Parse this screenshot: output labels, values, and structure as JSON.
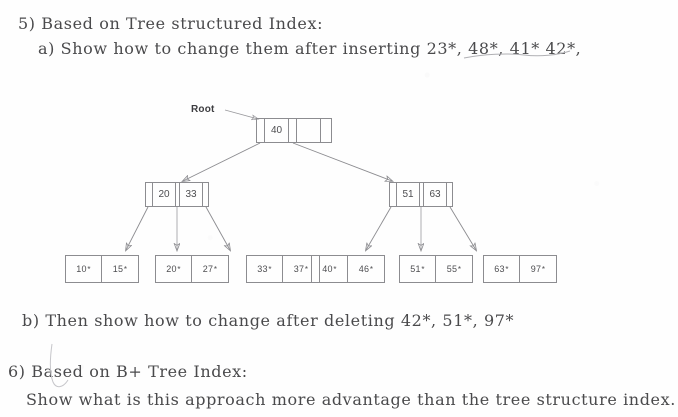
{
  "page": {
    "background_color": "#fefefe",
    "ink_color": "#4a4a4c",
    "line_color": "#8c8c90"
  },
  "questions": [
    {
      "id": "q5",
      "text": "5) Based on Tree structured Index:"
    },
    {
      "id": "q5a",
      "text": "a) Show how to change them after inserting 23*, 48*, 41* 42*,"
    },
    {
      "id": "q5b",
      "text": "b) Then show how to change after deleting 42*, 51*, 97*"
    },
    {
      "id": "q6",
      "text": "6) Based on B+ Tree Index:"
    },
    {
      "id": "q6a",
      "text": "Show what is this approach more advantage than the tree structure index."
    }
  ],
  "diagram": {
    "root_label": "Root",
    "root_node": {
      "name": "root-node",
      "keys": [
        "40"
      ],
      "cells": [
        "",
        "40",
        "",
        "",
        ""
      ]
    },
    "internal_nodes": [
      {
        "name": "internal-node-left",
        "keys": [
          "20",
          "33"
        ]
      },
      {
        "name": "internal-node-right",
        "keys": [
          "51",
          "63"
        ]
      }
    ],
    "leaf_nodes": [
      {
        "name": "leaf-node-1",
        "entries": [
          "10*",
          "15*"
        ]
      },
      {
        "name": "leaf-node-2",
        "entries": [
          "20*",
          "27*"
        ]
      },
      {
        "name": "leaf-node-3",
        "entries": [
          "33*",
          "37*"
        ]
      },
      {
        "name": "leaf-node-4",
        "entries": [
          "40*",
          "46*"
        ]
      },
      {
        "name": "leaf-node-5",
        "entries": [
          "51*",
          "55*"
        ]
      },
      {
        "name": "leaf-node-6",
        "entries": [
          "63*",
          "97*"
        ]
      }
    ]
  }
}
